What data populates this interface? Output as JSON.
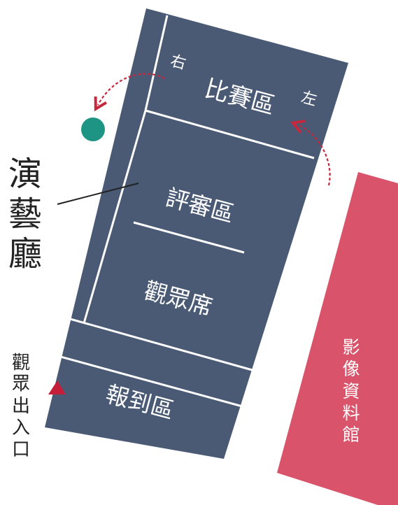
{
  "colors": {
    "building": "#4a5a75",
    "building_lines": "#ffffff",
    "annex": "#d9546a",
    "arrow": "#c8283c",
    "dot": "#1e9485",
    "entrance_marker": "#c41e3a",
    "text_dark": "#222222"
  },
  "hall_title": [
    "演",
    "藝",
    "廳"
  ],
  "zones": {
    "competition": "比賽區",
    "right_side": "右",
    "left_side": "左",
    "judges": "評審區",
    "audience": "觀眾席",
    "registration": "報到區"
  },
  "annex_name": [
    "影",
    "像",
    "資",
    "料",
    "館"
  ],
  "audience_exit": [
    "觀",
    "眾",
    "出",
    "入",
    "口"
  ],
  "markers": {
    "dot_icon": "teal-circle",
    "entrance_icon": "red-triangle",
    "arrow_icon": "curved-dashed-arrow"
  }
}
